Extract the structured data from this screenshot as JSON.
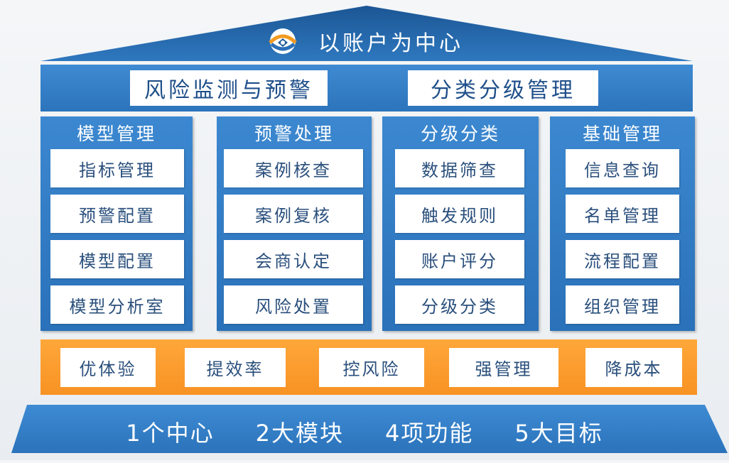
{
  "header": {
    "title": "以账户为中心",
    "logo_icon": "stylized-eye-logo-icon"
  },
  "banner": {
    "left_label": "风险监测与预警",
    "right_label": "分类分级管理"
  },
  "modules": [
    {
      "title": "模型管理",
      "items": [
        "指标管理",
        "预警配置",
        "模型配置",
        "模型分析室"
      ]
    },
    {
      "title": "预警处理",
      "items": [
        "案例核查",
        "案例复核",
        "会商认定",
        "风险处置"
      ]
    },
    {
      "title": "分级分类",
      "items": [
        "数据筛查",
        "触发规则",
        "账户评分",
        "分级分类"
      ]
    },
    {
      "title": "基础管理",
      "items": [
        "信息查询",
        "名单管理",
        "流程配置",
        "组织管理"
      ]
    }
  ],
  "goals": [
    "优体验",
    "提效率",
    "控风险",
    "强管理",
    "降成本"
  ],
  "summary": [
    "1个中心",
    "2大模块",
    "4项功能",
    "5大目标"
  ],
  "colors": {
    "roof_dark": "#1e5a99",
    "roof_light": "#3a86cf",
    "module_blue": "#3c88d0",
    "goal_orange": "#ffa73a",
    "text_blue": "#2a4f7c"
  }
}
